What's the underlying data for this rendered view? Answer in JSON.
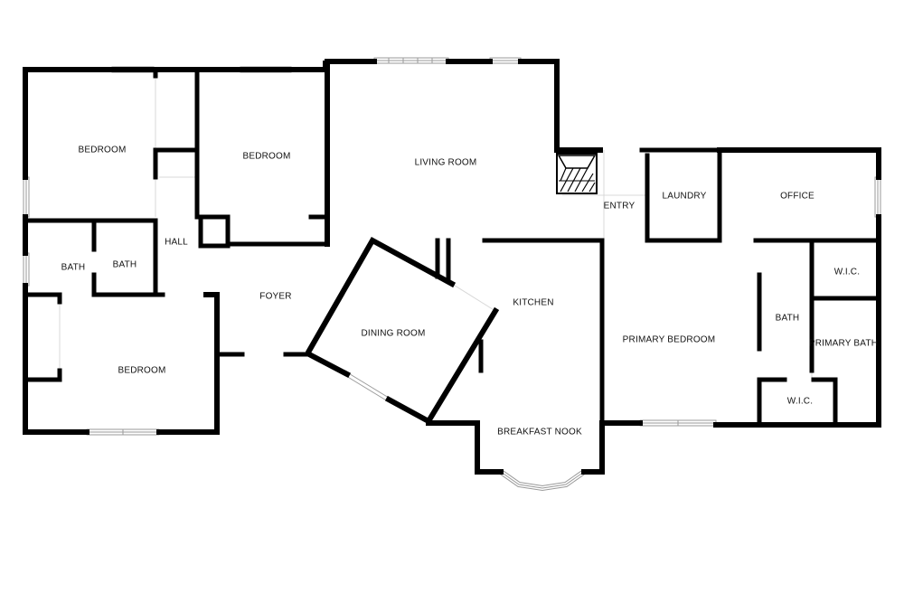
{
  "rooms": [
    {
      "key": "bedroom_nw",
      "label": "BEDROOM"
    },
    {
      "key": "bedroom_n",
      "label": "BEDROOM"
    },
    {
      "key": "living_room",
      "label": "LIVING ROOM"
    },
    {
      "key": "entry",
      "label": "ENTRY"
    },
    {
      "key": "laundry",
      "label": "LAUNDRY"
    },
    {
      "key": "office",
      "label": "OFFICE"
    },
    {
      "key": "hall",
      "label": "HALL"
    },
    {
      "key": "bath_w",
      "label": "BATH"
    },
    {
      "key": "bath_w2",
      "label": "BATH"
    },
    {
      "key": "foyer",
      "label": "FOYER"
    },
    {
      "key": "kitchen",
      "label": "KITCHEN"
    },
    {
      "key": "dining_room",
      "label": "DINING ROOM"
    },
    {
      "key": "bedroom_sw",
      "label": "BEDROOM"
    },
    {
      "key": "breakfast_nook",
      "label": "BREAKFAST NOOK"
    },
    {
      "key": "primary_bedroom",
      "label": "PRIMARY BEDROOM"
    },
    {
      "key": "bath_primary",
      "label": "BATH"
    },
    {
      "key": "wic_upper",
      "label": "W.I.C."
    },
    {
      "key": "primary_bath",
      "label": "PRIMARY BATH"
    },
    {
      "key": "wic_lower",
      "label": "W.I.C."
    }
  ],
  "colors": {
    "wall": "#000000",
    "window": "#9a9a9a",
    "background": "#ffffff"
  }
}
